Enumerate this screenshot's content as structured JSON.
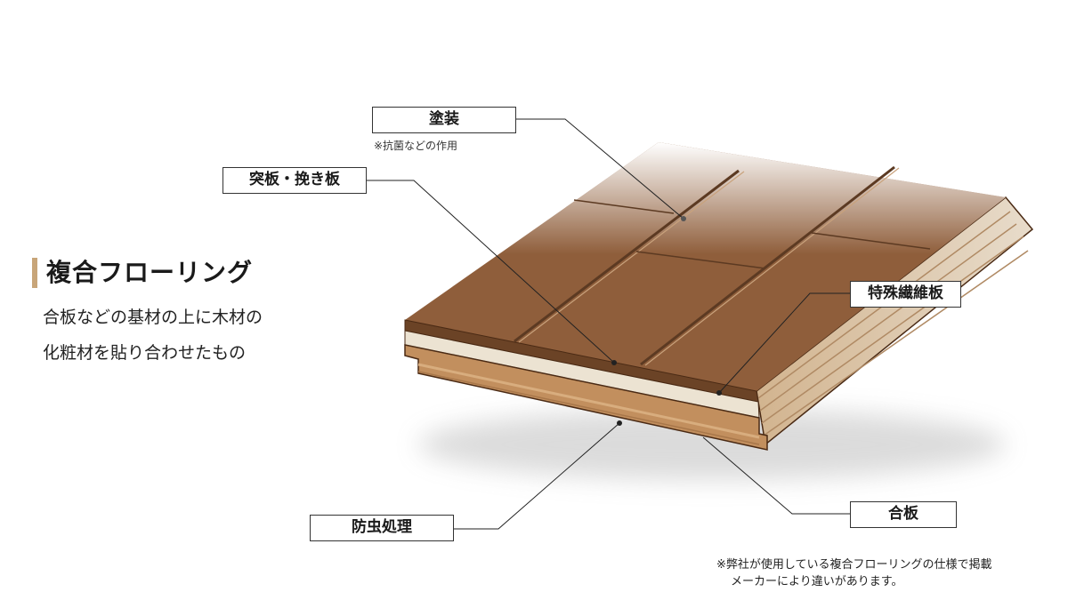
{
  "heading": {
    "title": "複合フローリング",
    "description_line1": "合板などの基材の上に木材の",
    "description_line2": "化粧材を貼り合わせたもの"
  },
  "labels": {
    "coating": "塗装",
    "coating_note": "※抗菌などの作用",
    "veneer": "突板・挽き板",
    "fiberboard": "特殊繊維板",
    "insect_proof": "防虫処理",
    "plywood": "合板"
  },
  "footnote": {
    "line1": "※弊社が使用している複合フローリングの仕様で掲載",
    "line2": "メーカーにより違いがあります。"
  },
  "colors": {
    "accent_bar": "#c8a579",
    "surface_wood": "#8f5e3b",
    "plywood_core": "#c28f5e",
    "fiberboard": "#ece3d2",
    "outline": "#4a2a14"
  }
}
